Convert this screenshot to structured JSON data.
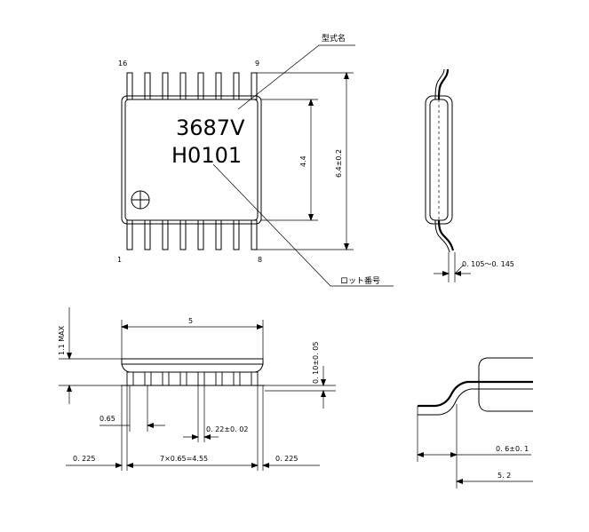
{
  "top_view": {
    "part_marking": "3687V",
    "lot_marking": "H0101",
    "label_model_name": "型式名",
    "label_lot_number": "ロット番号",
    "pin_16": "16",
    "pin_9": "9",
    "pin_1": "1",
    "pin_8": "8",
    "dim_body_width": "4.4",
    "dim_total_width": "6.4±0.2"
  },
  "side_view": {
    "dim_lead_thickness": "0. 105～0. 145"
  },
  "front_view": {
    "dim_length": "5",
    "dim_max_height": "1.1 MAX",
    "dim_standoff": "0. 10±0. 05",
    "dim_pitch": "0.65",
    "dim_lead_width": "0. 22±0. 02",
    "dim_left_margin": "0. 225",
    "dim_pitch_total": "7×0.65=4.55",
    "dim_right_margin": "0. 225"
  },
  "detail_view": {
    "dim_lead_length": "0. 6±0. 1",
    "dim_span": "5. 2"
  }
}
